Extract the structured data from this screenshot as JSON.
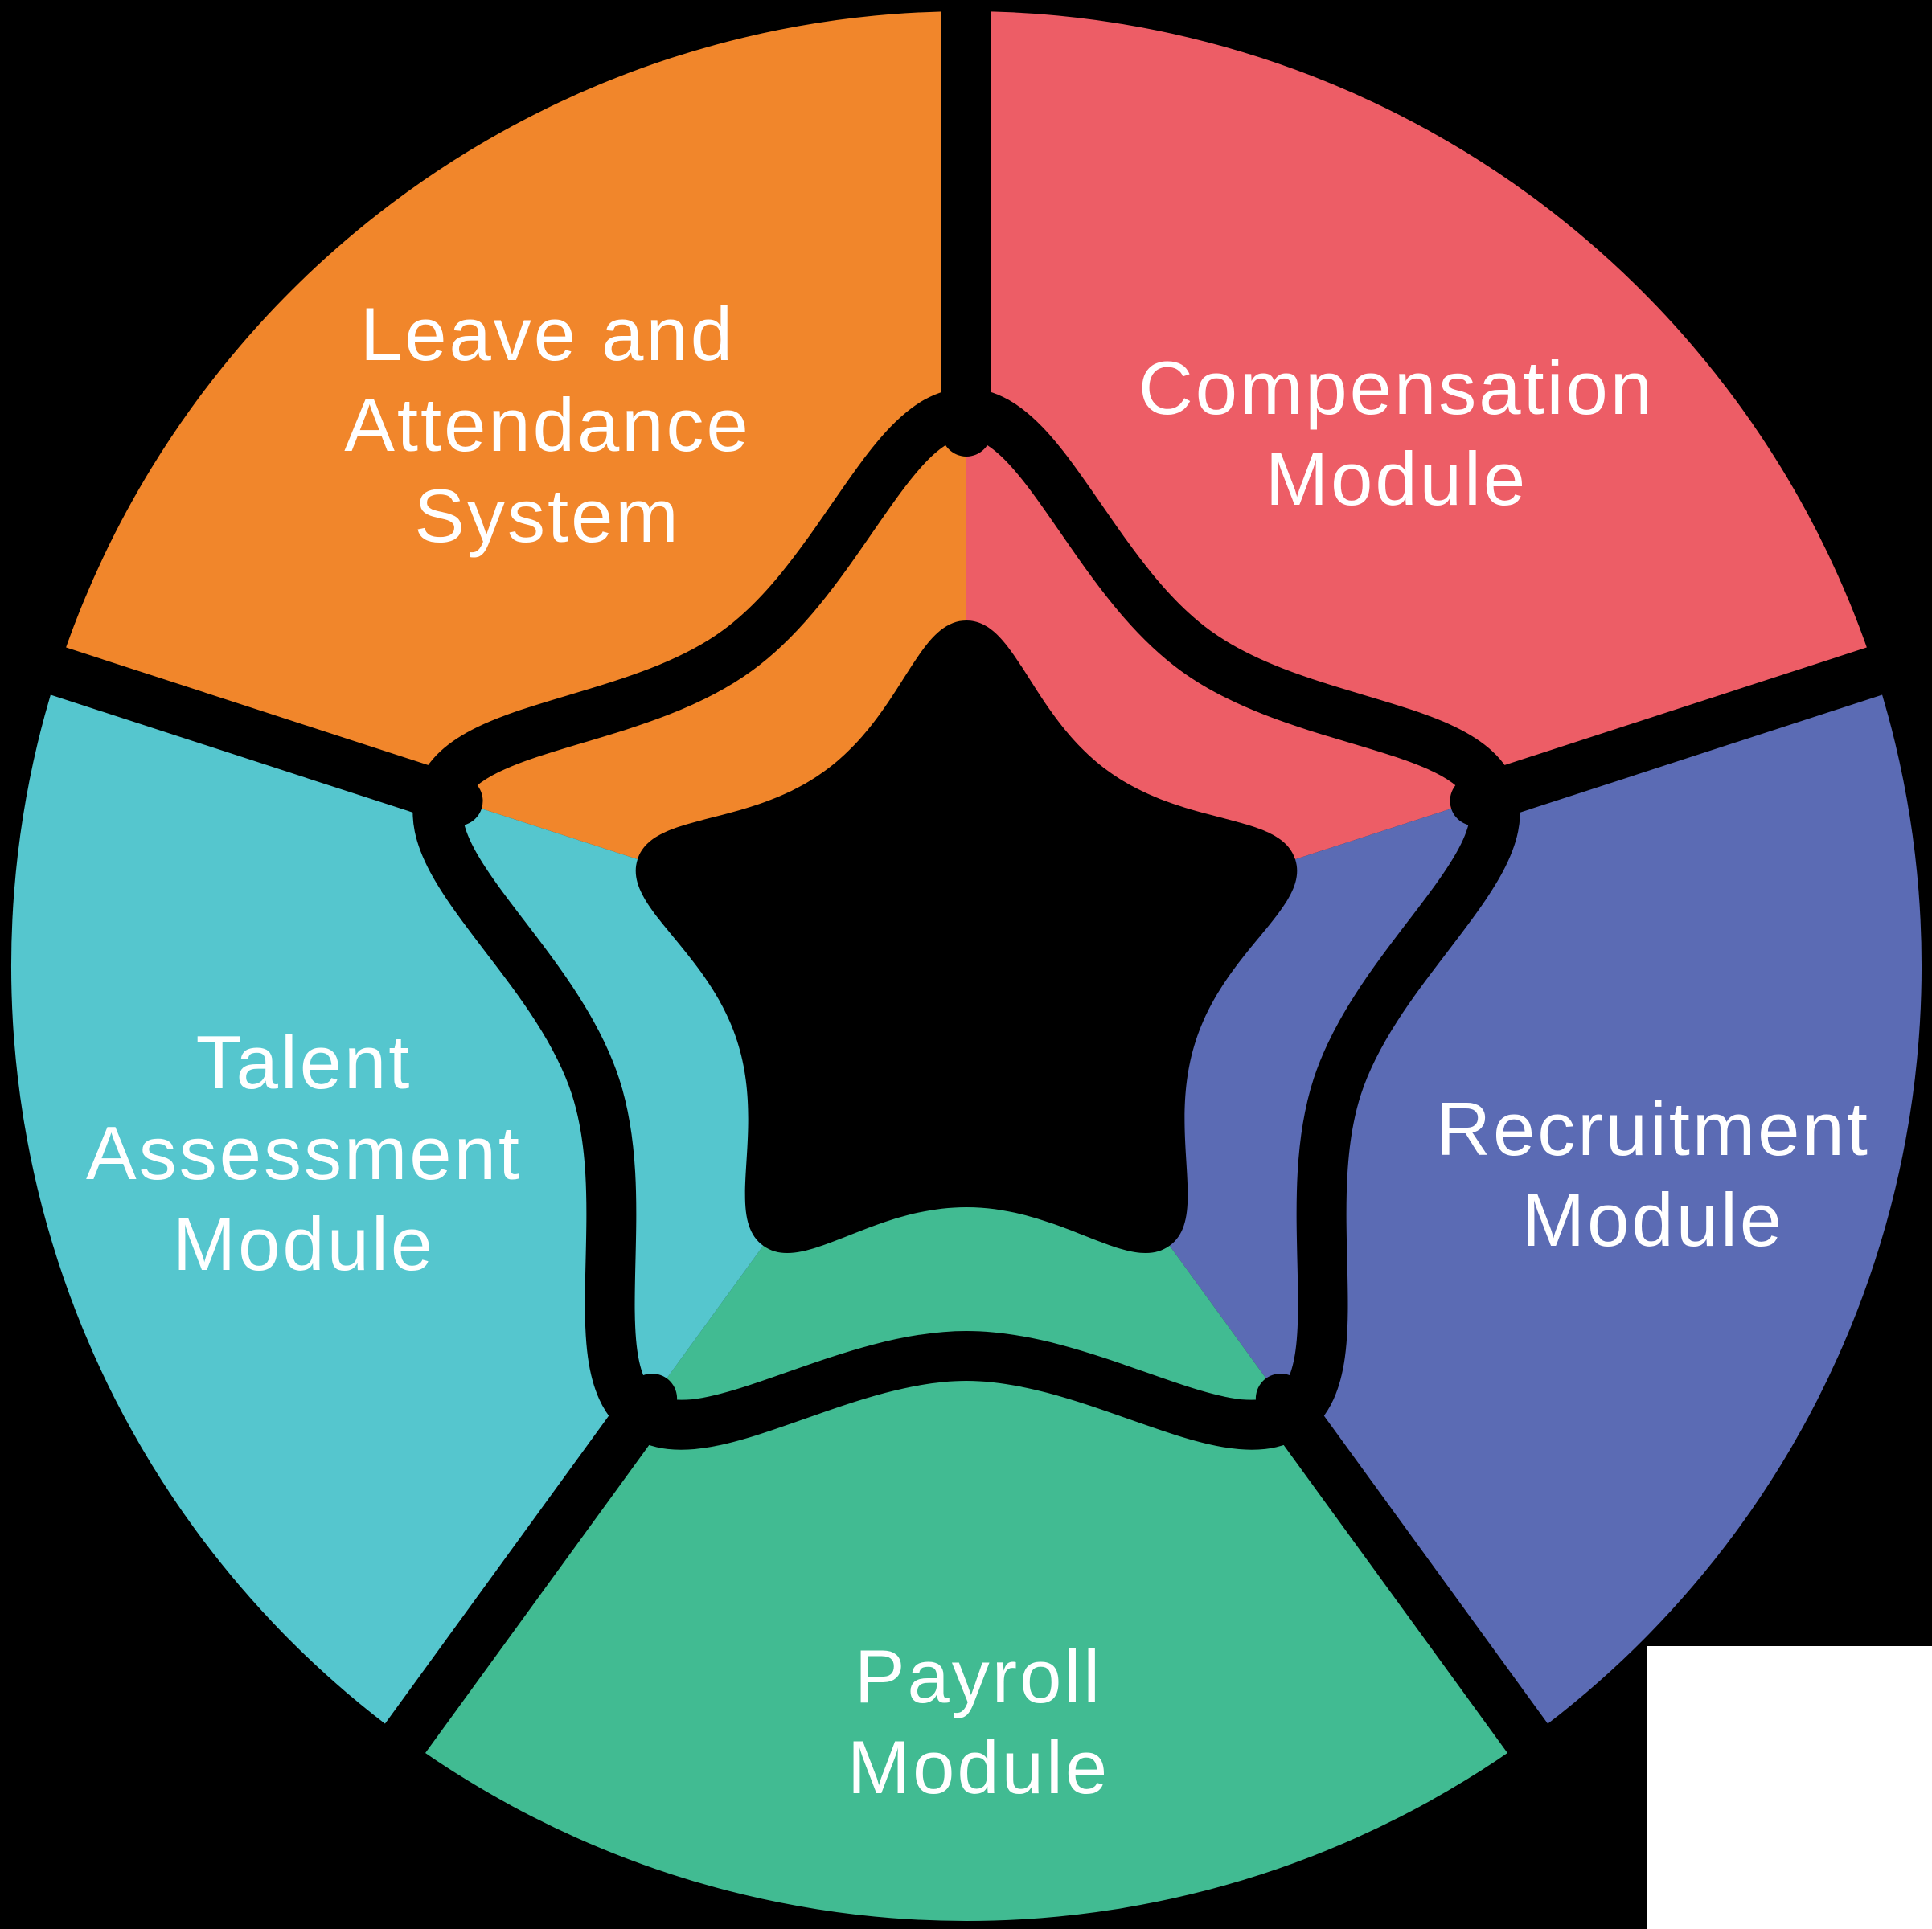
{
  "background": "#000000",
  "text_color": "#FFFFFF",
  "divider_color": "#000000",
  "center_star_color": "#000000",
  "corner_patch_color": "#FFFFFF",
  "diagram": {
    "segments": [
      {
        "id": "leave-attendance",
        "label": "Leave and Attendance System",
        "lines": [
          "Leave and",
          "Attendance",
          "System"
        ],
        "color": "#F1862B",
        "position": "top-left"
      },
      {
        "id": "compensation",
        "label": "Compensation Module",
        "lines": [
          "Compensation",
          "Module"
        ],
        "color": "#ED5D66",
        "position": "top-right"
      },
      {
        "id": "recruitment",
        "label": "Recruitment Module",
        "lines": [
          "Recruitment",
          "Module"
        ],
        "color": "#5B6BB4",
        "position": "right"
      },
      {
        "id": "payroll",
        "label": "Payroll Module",
        "lines": [
          "Payroll",
          "Module"
        ],
        "color": "#41BB92",
        "position": "bottom"
      },
      {
        "id": "talent-assessment",
        "label": "Talent Assessment Module",
        "lines": [
          "Talent",
          "Assessment",
          "Module"
        ],
        "color": "#55C6CE",
        "position": "left"
      }
    ]
  }
}
